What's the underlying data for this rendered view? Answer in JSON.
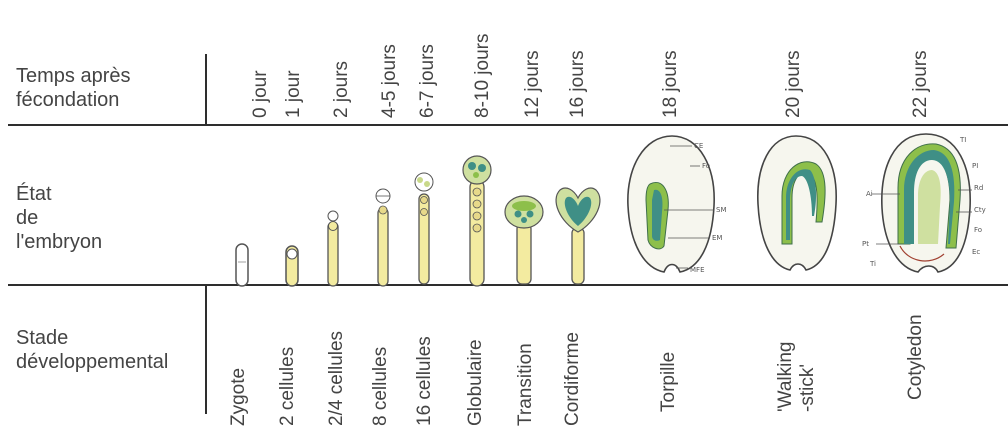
{
  "row_labels": {
    "time": "Temps après\nfécondation",
    "state": "État\nde\nl'embryon",
    "stage": "Stade\ndéveloppemental"
  },
  "times": [
    "0 jour",
    "1 jour",
    "2 jours",
    "4-5 jours",
    "6-7 jours",
    "8-10 jours",
    "12 jours",
    "16 jours",
    "18 jours",
    "20 jours",
    "22 jours"
  ],
  "stages": [
    "Zygote",
    "2 cellules",
    "2/4 cellules",
    "8 cellules",
    "16 cellules",
    "Globulaire",
    "Transition",
    "Cordiforme",
    "Torpille",
    "'Walking\n-stick'",
    "Cotyledon"
  ],
  "annotations": {
    "torpille": [
      "CE",
      "Fo",
      "SM",
      "EM",
      "MFE"
    ],
    "cotyledon": [
      "TI",
      "PI",
      "Rd",
      "Cty",
      "Fo",
      "Ec",
      "Ai",
      "Pt",
      "Ti"
    ]
  },
  "colors": {
    "embryo_fill": "#f3eba0",
    "cell_outline": "#555555",
    "teal": "#3f8f86",
    "green": "#8dbf4a"
  }
}
